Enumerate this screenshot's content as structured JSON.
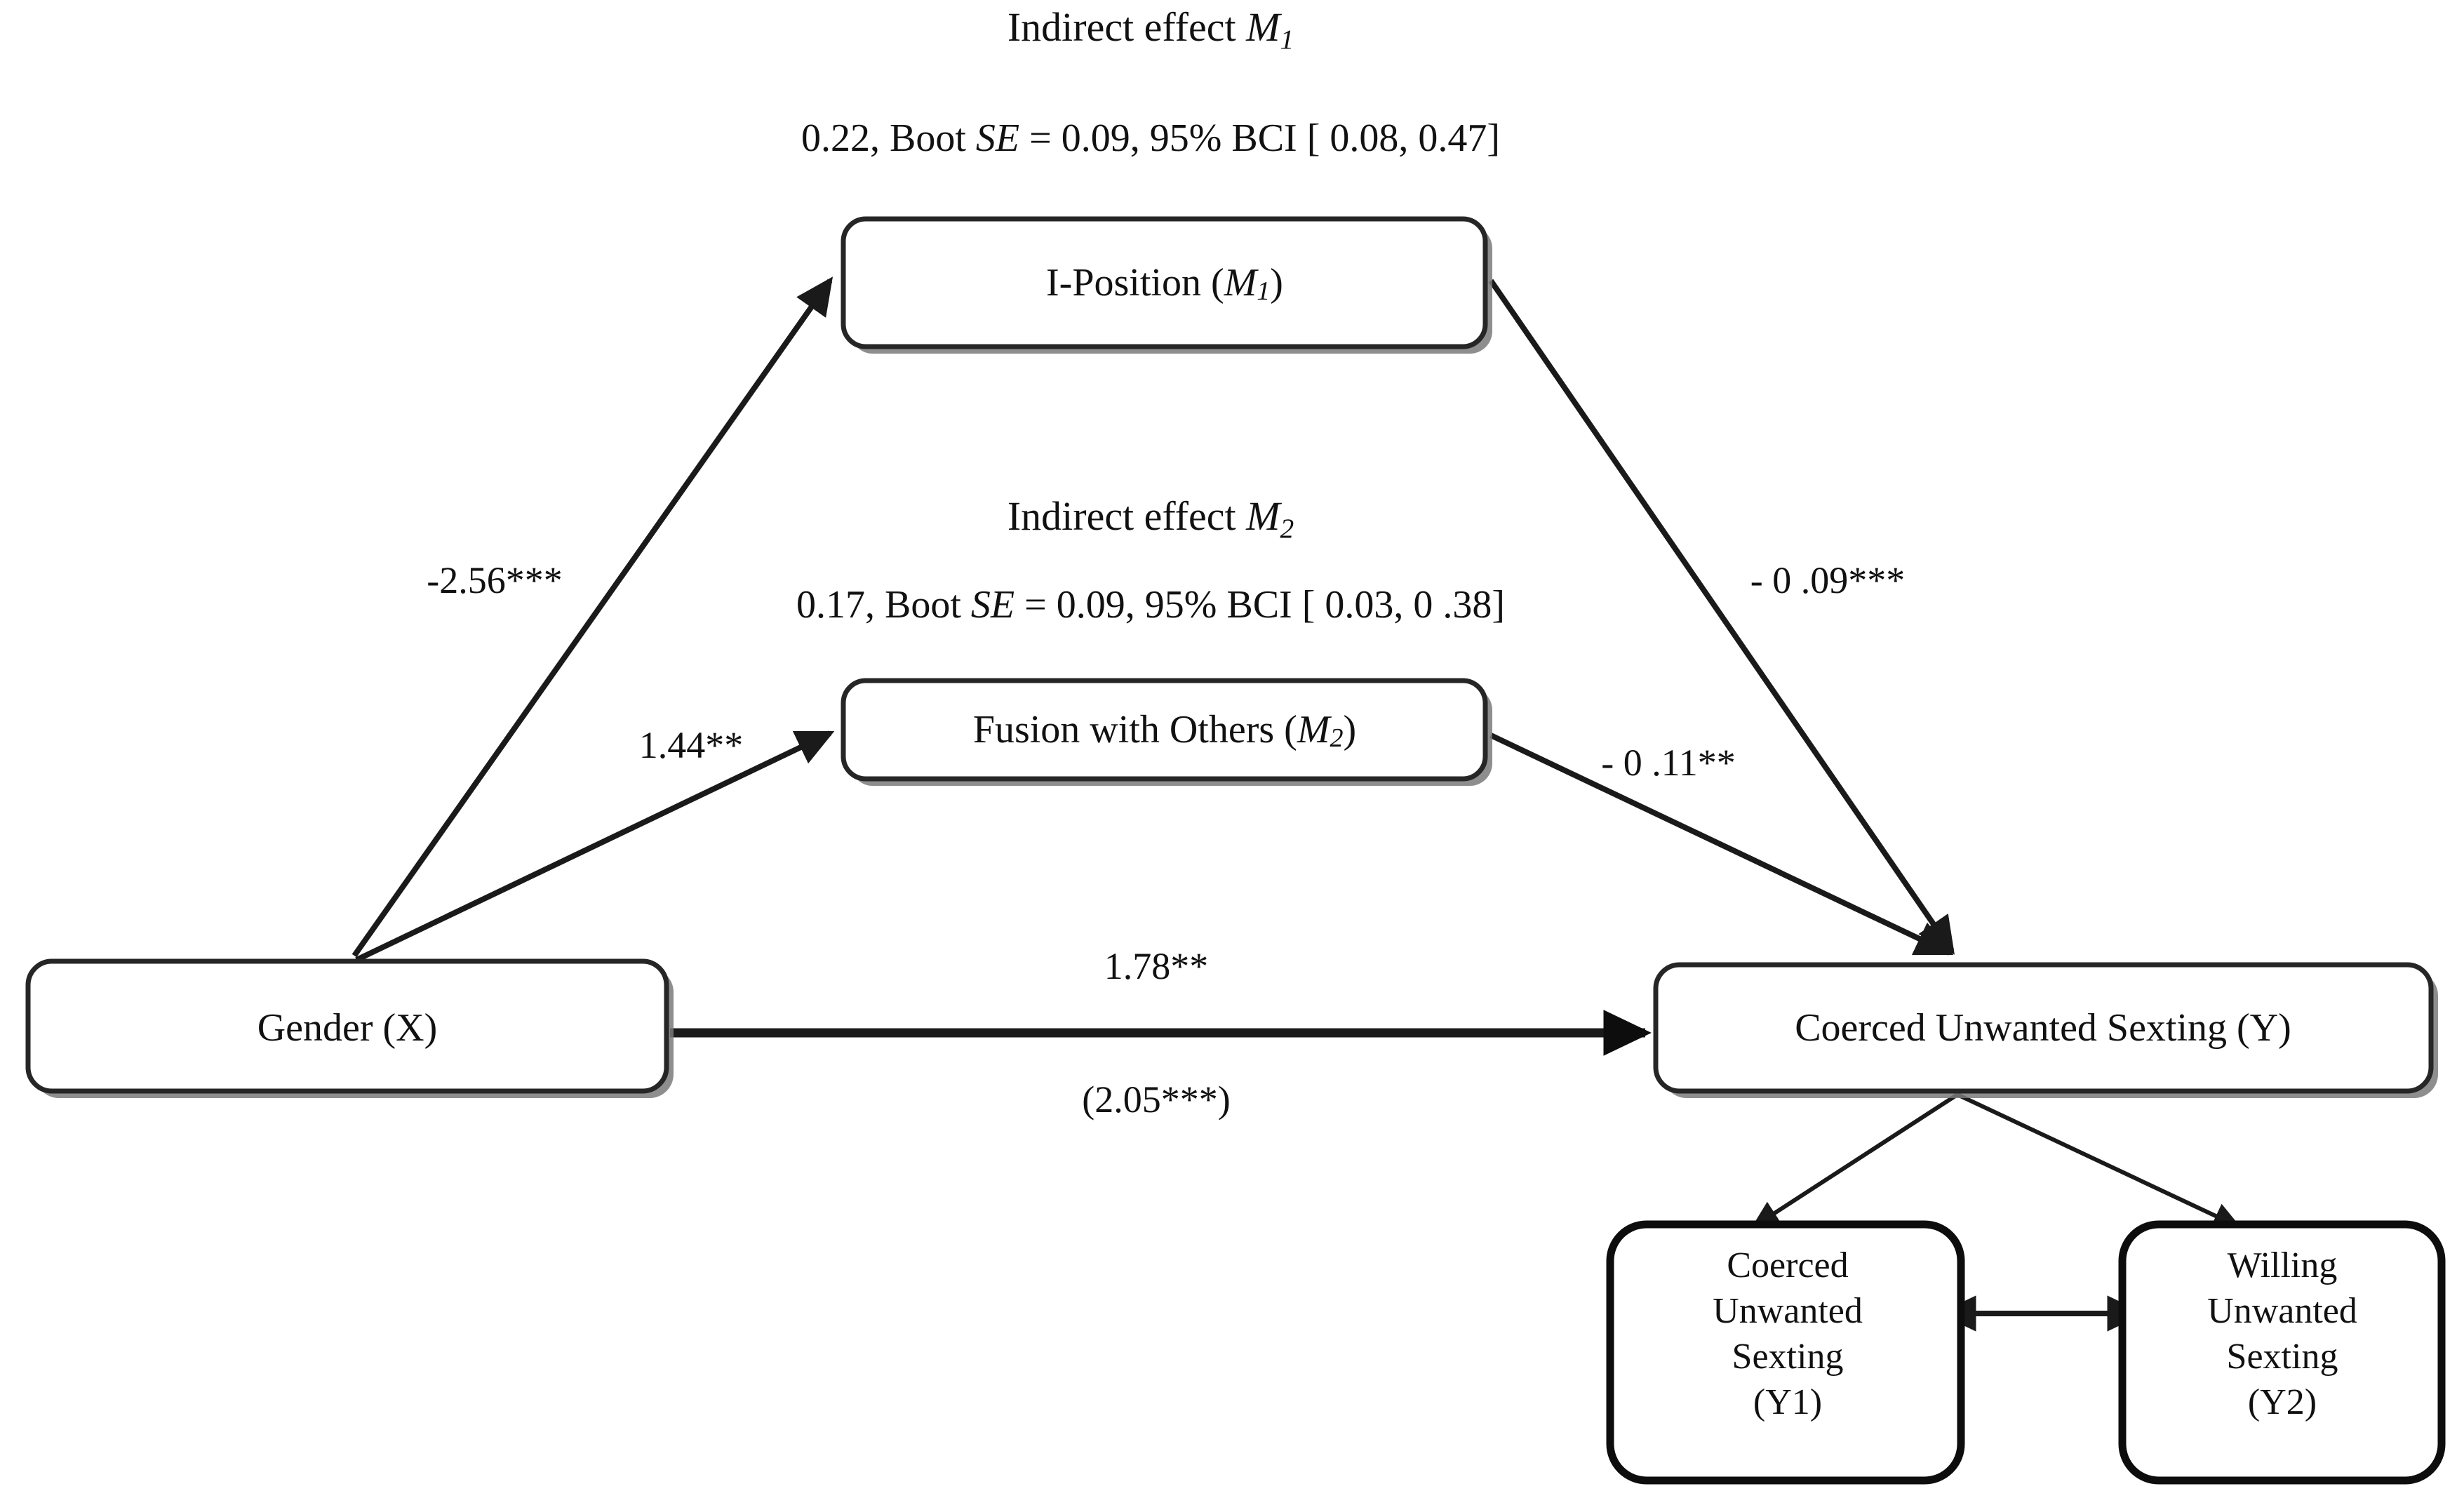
{
  "diagram": {
    "type": "path-model",
    "title_absent": true,
    "nodes": [
      {
        "id": "m1",
        "label": "I-Position (",
        "label_var": "M",
        "label_sub": "1",
        "label_tail": ")",
        "full_label": "I-Position (M1)"
      },
      {
        "id": "m2",
        "label": "Fusion with Others (",
        "label_var": "M",
        "label_sub": "2",
        "label_tail": ")",
        "full_label": "Fusion with Others (M2)"
      },
      {
        "id": "x",
        "full_label": "Gender (X)"
      },
      {
        "id": "y",
        "full_label": "Coerced Unwanted Sexting (Y)"
      },
      {
        "id": "y1",
        "full_label": "Coerced Unwanted Sexting (Y1)",
        "lines": [
          "Coerced",
          "Unwanted",
          "Sexting",
          "(Y1)"
        ]
      },
      {
        "id": "y2",
        "full_label": "Willing Unwanted Sexting (Y2)",
        "lines": [
          "Willing",
          "Unwanted",
          "Sexting",
          "(Y2)"
        ]
      }
    ],
    "indirect_effects": [
      {
        "heading_prefix": "Indirect effect ",
        "heading_var": "M",
        "heading_sub": "1",
        "stat_pre": "0.22, Boot ",
        "stat_italic": "SE",
        "stat_post": " = 0.09, 95% BCI [ 0.08,  0.47]",
        "full_stat": "0.22, Boot SE = 0.09, 95% BCI [ 0.08, 0.47]"
      },
      {
        "heading_prefix": "Indirect effect ",
        "heading_var": "M",
        "heading_sub": "2",
        "stat_pre": "0.17, Boot ",
        "stat_italic": "SE",
        "stat_post": " = 0.09, 95% BCI [ 0.03,  0 .38]",
        "full_stat": "0.17, Boot SE = 0.09, 95% BCI [ 0.03, 0 .38]"
      }
    ],
    "path_labels": {
      "x_to_m1": "-2.56***",
      "x_to_m2": "1.44**",
      "m1_to_y": "- 0 .09***",
      "m2_to_y": "- 0 .11**",
      "x_to_y_direct": "1.78**",
      "x_to_y_total": "(2.05***)"
    },
    "colors": {
      "box_stroke": "#262626",
      "box_stroke_heavy": "#0d0d0d",
      "box_fill": "#ffffff",
      "line": "#1a1a1a",
      "text": "#111111",
      "background": "#ffffff"
    }
  }
}
